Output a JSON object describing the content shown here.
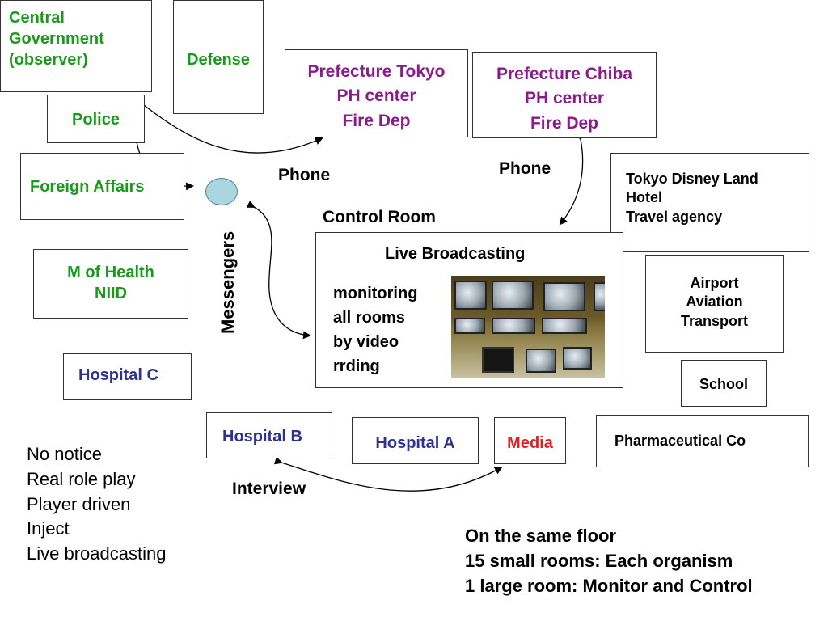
{
  "colors": {
    "government": "#1a9a1a",
    "prefecture": "#8b1a8b",
    "hospital": "#2e3192",
    "media": "#e31e24"
  },
  "boxes": {
    "central_government": [
      "Central",
      "Government",
      "(observer)"
    ],
    "defense": [
      "Defense"
    ],
    "police": [
      "Police"
    ],
    "foreign_affairs": [
      "Foreign Affairs"
    ],
    "m_of_health": [
      "M of Health",
      "NIID"
    ],
    "hospital_c": [
      "Hospital C"
    ],
    "prefecture_tokyo": [
      "Prefecture Tokyo",
      "PH center",
      "Fire Dep"
    ],
    "prefecture_chiba": [
      "Prefecture Chiba",
      "PH center",
      "Fire Dep"
    ],
    "tokyo_disney": [
      "Tokyo Disney Land",
      "Hotel",
      "Travel agency"
    ],
    "airport": [
      "Airport",
      "Aviation",
      "Transport"
    ],
    "school": [
      "School"
    ],
    "pharmaceutical": [
      "Pharmaceutical Co"
    ],
    "hospital_b": [
      "Hospital B"
    ],
    "hospital_a": [
      "Hospital A"
    ],
    "media": [
      "Media"
    ],
    "control_room_box": {
      "title": "Live Broadcasting",
      "monitoring": [
        "monitoring",
        "all rooms",
        "by video",
        "rrding"
      ]
    }
  },
  "labels": {
    "phone_left": "Phone",
    "phone_right": "Phone",
    "control_room": "Control Room",
    "messengers": "Messengers",
    "interview": "Interview"
  },
  "notes_left": [
    "No notice",
    "Real role play",
    "Player driven",
    "Inject",
    "Live broadcasting"
  ],
  "notes_bottom": [
    "On the same floor",
    "15 small rooms: Each organism",
    "1 large room: Monitor and Control"
  ],
  "icons": {
    "messenger_node": "messenger-circle-icon",
    "monitor_photo": "video-monitor-wall-icon"
  }
}
